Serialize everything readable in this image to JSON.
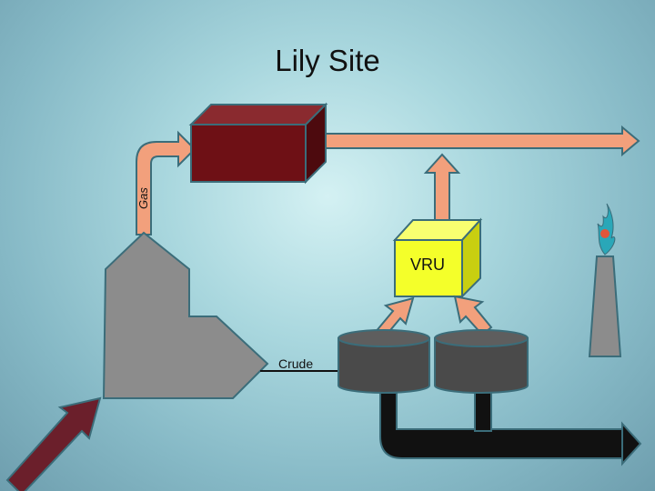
{
  "title": "Lily Site",
  "labels": {
    "gas": "Gas",
    "vru": "VRU",
    "crude": "Crude"
  },
  "colors": {
    "pipe": "#f2a07c",
    "pipe_outline": "#3b6d7a",
    "separator": "#8c8c8c",
    "heater_front": "#6e1015",
    "vru": "#f4ff2a",
    "tank": "#4a4a4a",
    "oil_line": "#111111",
    "inlet": "#6b1f2b"
  }
}
